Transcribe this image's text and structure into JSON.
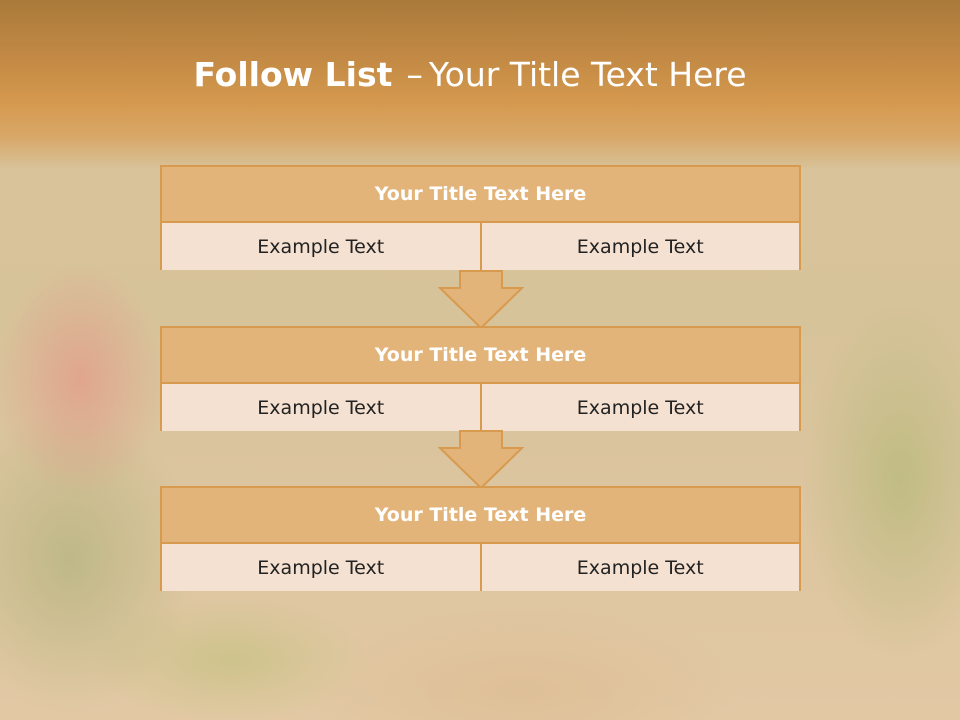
{
  "slide": {
    "title_bold": "Follow List",
    "title_dash": "–",
    "title_rest": "Your Title Text Here"
  },
  "steps": [
    {
      "title": "Your Title Text Here",
      "left": "Example Text",
      "right": "Example Text"
    },
    {
      "title": "Your Title Text Here",
      "left": "Example Text",
      "right": "Example Text"
    },
    {
      "title": "Your Title Text Here",
      "left": "Example Text",
      "right": "Example Text"
    }
  ],
  "colors": {
    "accent": "#d79a4f",
    "header_fill": "#e3b47a",
    "cell_fill": "#f5e1d1",
    "top_band": "#d5994e"
  }
}
